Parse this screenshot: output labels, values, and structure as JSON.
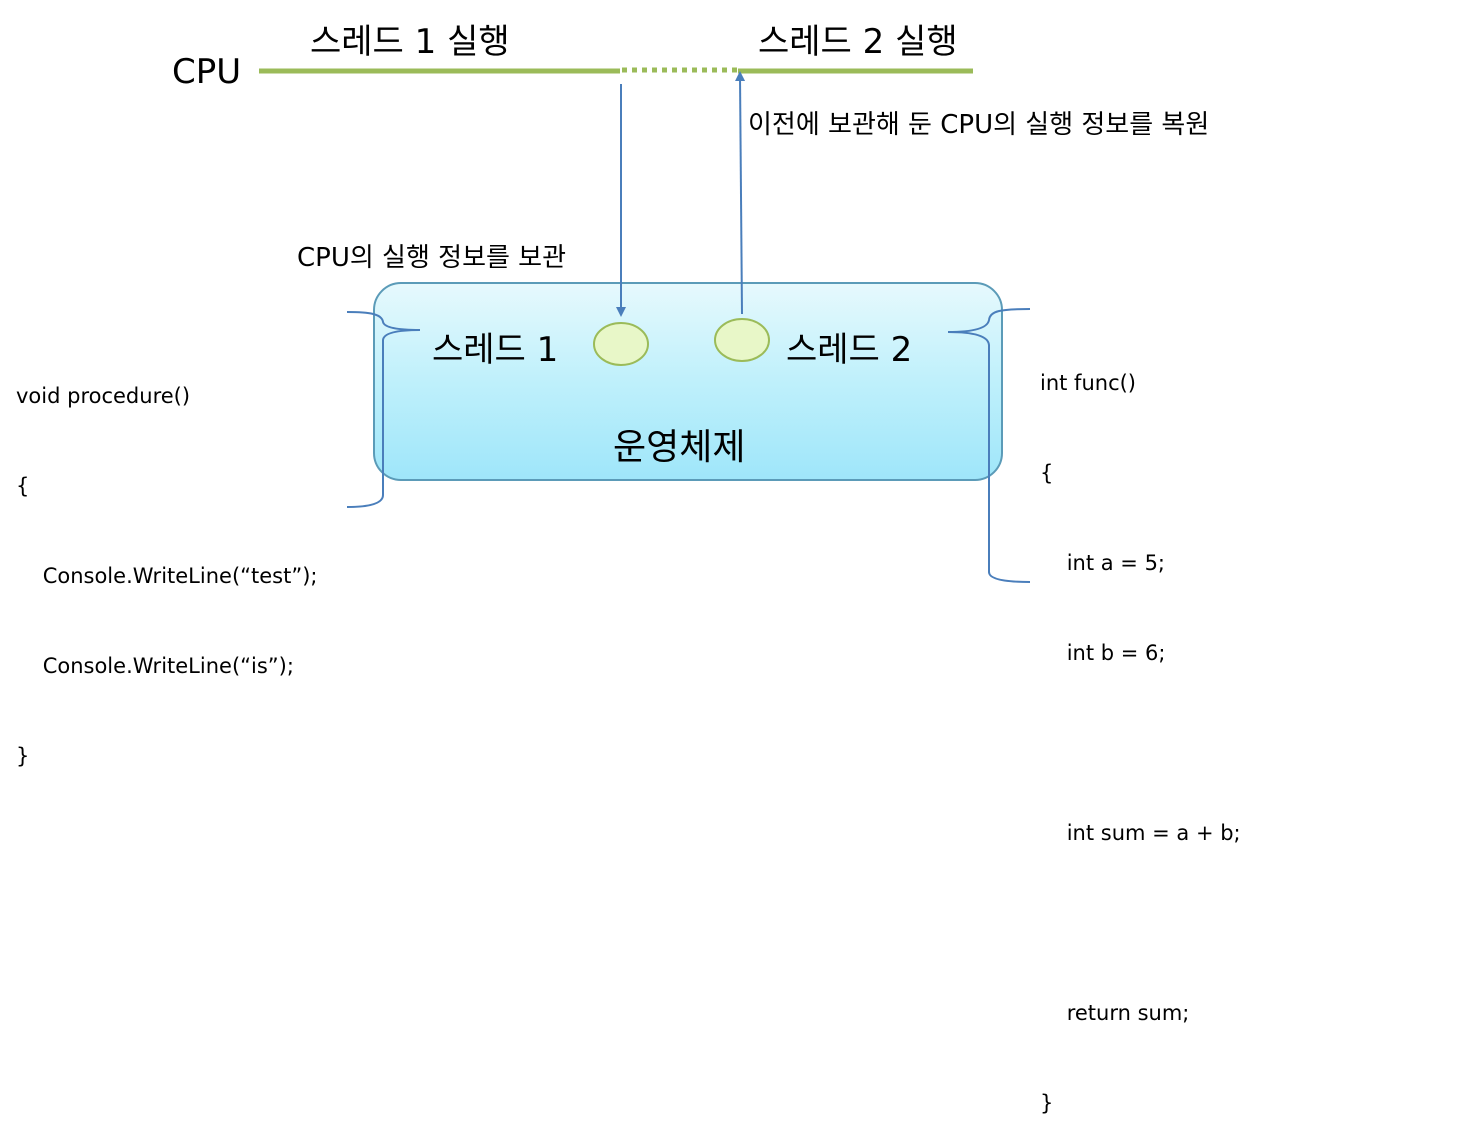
{
  "cpu": {
    "label": "CPU",
    "thread1_run_label": "스레드 1 실행",
    "thread2_run_label": "스레드 2 실행",
    "line_color": "#9bbb59"
  },
  "notes": {
    "save_state": "CPU의 실행 정보를 보관",
    "restore_state": "이전에 보관해 둔 CPU의 실행 정보를 복원"
  },
  "os": {
    "label": "운영체제",
    "thread1_label": "스레드 1",
    "thread2_label": "스레드 2",
    "thread_node_color": "#e8f7c8",
    "thread_node_border": "#9bbb59"
  },
  "code_left": {
    "lines": [
      "void procedure()",
      "{",
      "    Console.WriteLine(“test”);",
      "    Console.WriteLine(“is”);",
      "}"
    ]
  },
  "code_right": {
    "lines": [
      "int func()",
      "{",
      "    int a = 5;",
      "    int b = 6;",
      "",
      "    int sum = a + b;",
      "",
      "    return sum;",
      "}"
    ]
  },
  "colors": {
    "arrow": "#4a7ebb",
    "brace": "#4a7ebb"
  }
}
